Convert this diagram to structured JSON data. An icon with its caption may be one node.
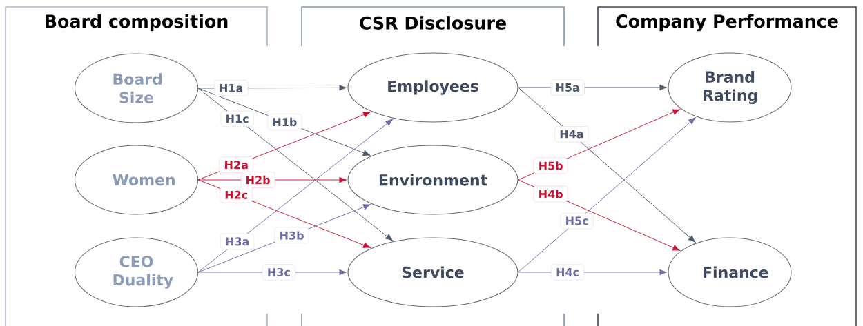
{
  "diagram": {
    "nodes": [
      {
        "text": [
          "Board composition"
        ]
      },
      {
        "text": [
          "CSR Disclosure"
        ]
      },
      {
        "text": [
          "Company Performance"
        ]
      },
      {
        "text": [
          "Board Size"
        ],
        "in": 0
      },
      {
        "text": [
          "Women"
        ],
        "in": 0
      },
      {
        "text": [
          "CEO Duality"
        ],
        "in": 0
      },
      {
        "text": [
          "Employees"
        ],
        "in": 1
      },
      {
        "text": [
          "Environment"
        ],
        "in": 1
      },
      {
        "text": [
          "Service"
        ],
        "in": 1
      },
      {
        "text": [
          "Brand Rating"
        ],
        "in": 2
      },
      {
        "text": [
          "Finance"
        ],
        "in": 2
      }
    ],
    "edges": [
      {
        "from": 3,
        "to": 6,
        "arrow": "to",
        "label": "H1a"
      },
      {
        "from": 3,
        "to": 7,
        "arrow": "to",
        "label": "H1b"
      },
      {
        "from": 3,
        "to": 8,
        "arrow": "to",
        "label": "H1c"
      },
      {
        "from": 4,
        "to": 6,
        "arrow": "to",
        "label": "H2a",
        "color": "#c8102e"
      },
      {
        "from": 4,
        "to": 7,
        "arrow": "to",
        "label": "H2b",
        "color": "#c8102e"
      },
      {
        "from": 4,
        "to": 8,
        "arrow": "to",
        "label": "H2c",
        "color": "#c8102e"
      },
      {
        "from": 5,
        "to": 6,
        "arrow": "to",
        "label": "H3a",
        "color": "#6b6ba6"
      },
      {
        "from": 5,
        "to": 7,
        "arrow": "to",
        "label": "H3b",
        "color": "#6b6ba6"
      },
      {
        "from": 5,
        "to": 8,
        "arrow": "to",
        "label": "H3c",
        "color": "#6b6ba6"
      },
      {
        "from": 6,
        "to": 9,
        "arrow": "to",
        "label": "H5a"
      },
      {
        "from": 6,
        "to": 10,
        "arrow": "to",
        "label": "H4a"
      },
      {
        "from": 7,
        "to": 9,
        "arrow": "to",
        "label": "H5b",
        "color": "#c8102e"
      },
      {
        "from": 7,
        "to": 10,
        "arrow": "to",
        "label": "H4b",
        "color": "#c8102e"
      },
      {
        "from": 8,
        "to": 9,
        "arrow": "to",
        "label": "H5c",
        "color": "#6b6ba6"
      },
      {
        "from": 8,
        "to": 10,
        "arrow": "to",
        "label": "H4c",
        "color": "#6b6ba6"
      }
    ]
  }
}
